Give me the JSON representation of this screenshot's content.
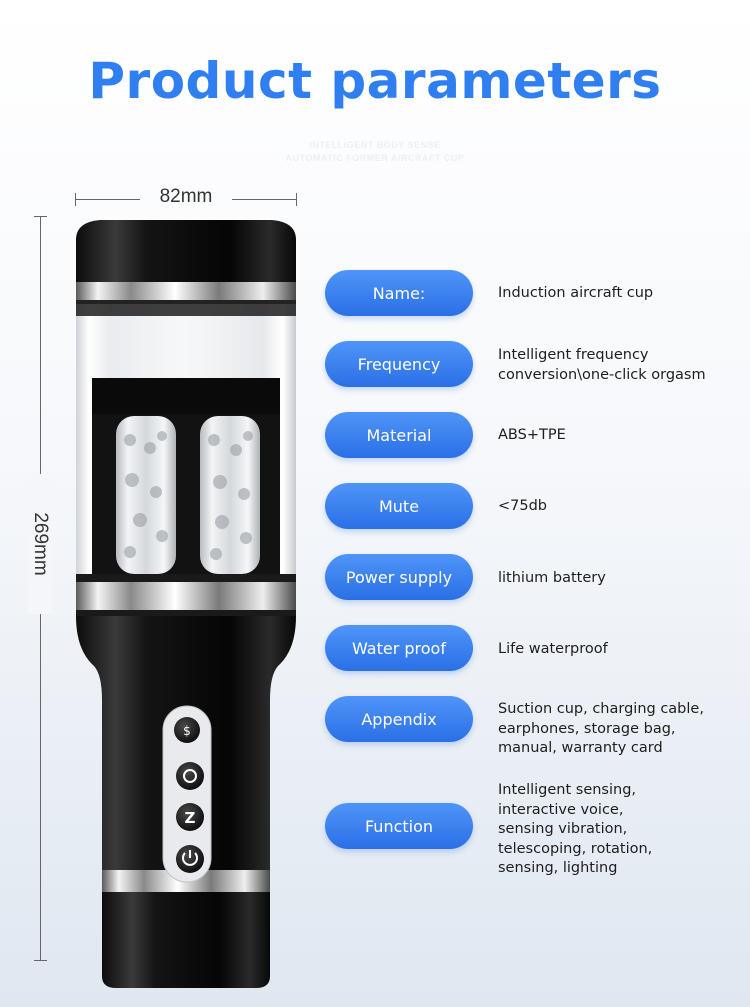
{
  "header": {
    "title": "Product parameters",
    "subtitle_line1": "INTELLIGENT BODY SENSE",
    "subtitle_line2": "AUTOMATIC FORMER AIRCRAFT CUP"
  },
  "dimensions": {
    "width_label": "82mm",
    "height_label": "269mm"
  },
  "parameters": [
    {
      "label": "Name:",
      "value_lines": [
        "Induction aircraft cup"
      ]
    },
    {
      "label": "Frequency",
      "value_lines": [
        "Intelligent frequency",
        "conversion\\one-click orgasm"
      ]
    },
    {
      "label": "Material",
      "value_lines": [
        "ABS+TPE"
      ]
    },
    {
      "label": "Mute",
      "value_lines": [
        "<75db"
      ]
    },
    {
      "label": "Power supply",
      "value_lines": [
        "lithium battery"
      ]
    },
    {
      "label": "Water proof",
      "value_lines": [
        "Life waterproof"
      ]
    },
    {
      "label": "Appendix",
      "value_lines": [
        "Suction cup, charging cable,",
        "earphones, storage bag,",
        "manual, warranty card"
      ]
    },
    {
      "label": "Function",
      "value_lines": [
        "Intelligent sensing,",
        "interactive voice,",
        "sensing vibration,",
        "telescoping, rotation,",
        "sensing, lighting"
      ]
    }
  ],
  "colors": {
    "accent": "#2f7ff0",
    "pill_top": "#4f95f8",
    "pill_bottom": "#2b6fe6"
  },
  "device_buttons": [
    "dollar-bulb-icon",
    "cycle-icon",
    "z-mode-icon",
    "power-icon"
  ]
}
